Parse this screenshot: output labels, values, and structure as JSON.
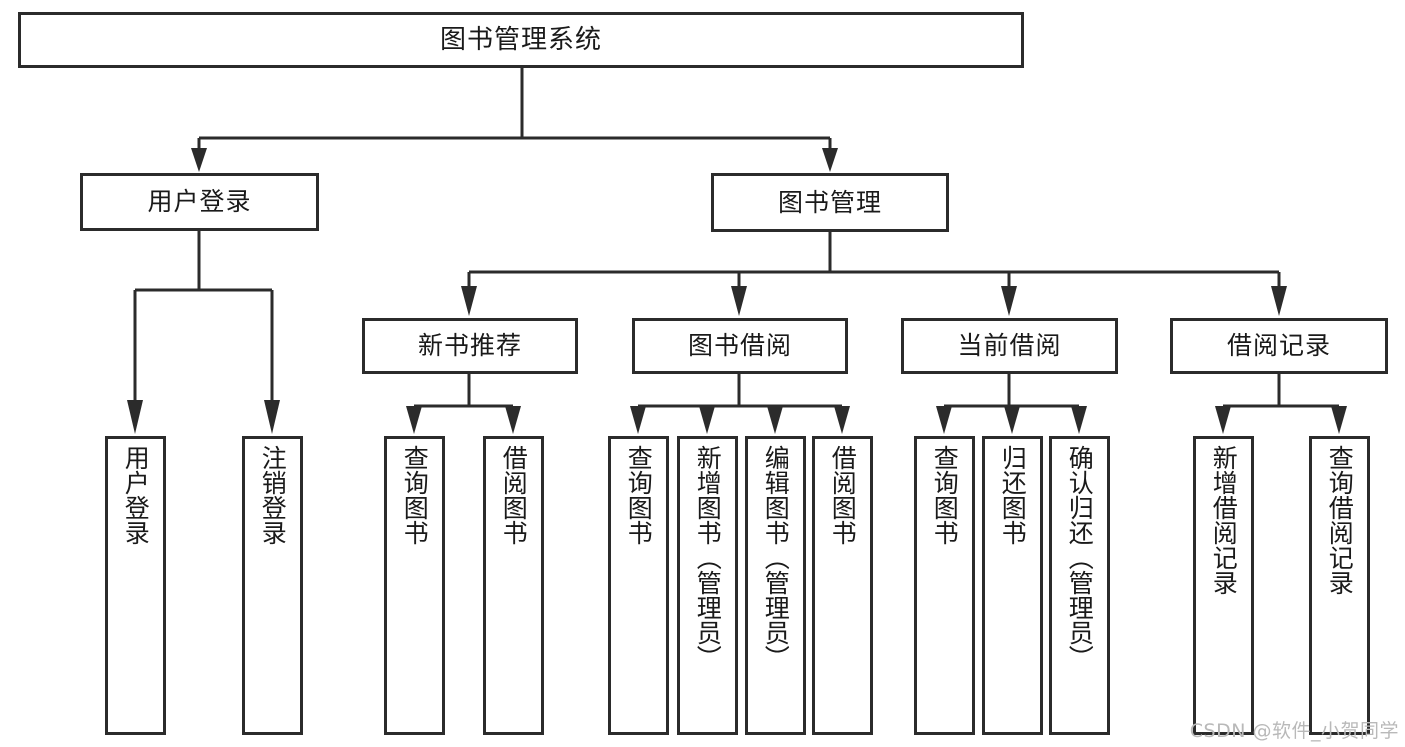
{
  "diagram": {
    "title": "图书管理系统",
    "type": "tree",
    "root": {
      "label": "图书管理系统"
    },
    "level2": [
      {
        "id": "user-login",
        "label": "用户登录"
      },
      {
        "id": "book-manage",
        "label": "图书管理"
      }
    ],
    "level3": [
      {
        "id": "new-book-recommend",
        "label": "新书推荐",
        "parent": "book-manage"
      },
      {
        "id": "book-borrow",
        "label": "图书借阅",
        "parent": "book-manage"
      },
      {
        "id": "current-borrow",
        "label": "当前借阅",
        "parent": "book-manage"
      },
      {
        "id": "borrow-record",
        "label": "借阅记录",
        "parent": "book-manage"
      }
    ],
    "leaves": {
      "user_login": [
        {
          "id": "leaf-user-login",
          "label": "用户登录"
        },
        {
          "id": "leaf-user-logout",
          "label": "注销登录"
        }
      ],
      "new_book_recommend": [
        {
          "id": "leaf-query-book-1",
          "label": "查询图书"
        },
        {
          "id": "leaf-borrow-book-1",
          "label": "借阅图书"
        }
      ],
      "book_borrow": [
        {
          "id": "leaf-query-book-2",
          "label": "查询图书"
        },
        {
          "id": "leaf-add-book",
          "label": "新增图书（管理员）"
        },
        {
          "id": "leaf-edit-book",
          "label": "编辑图书（管理员）"
        },
        {
          "id": "leaf-borrow-book-2",
          "label": "借阅图书"
        }
      ],
      "current_borrow": [
        {
          "id": "leaf-query-book-3",
          "label": "查询图书"
        },
        {
          "id": "leaf-return-book",
          "label": "归还图书"
        },
        {
          "id": "leaf-confirm-return",
          "label": "确认归还（管理员）"
        }
      ],
      "borrow_record": [
        {
          "id": "leaf-add-record",
          "label": "新增借阅记录"
        },
        {
          "id": "leaf-query-record",
          "label": "查询借阅记录"
        }
      ]
    }
  },
  "watermark": {
    "text": "CSDN @软件_小贺同学"
  },
  "colors": {
    "line": "#2b2b2b",
    "box_border": "#2b2b2b",
    "box_fill": "#ffffff",
    "text": "#1a1a1a",
    "watermark": "#b9b9b9",
    "background": "#ffffff"
  }
}
